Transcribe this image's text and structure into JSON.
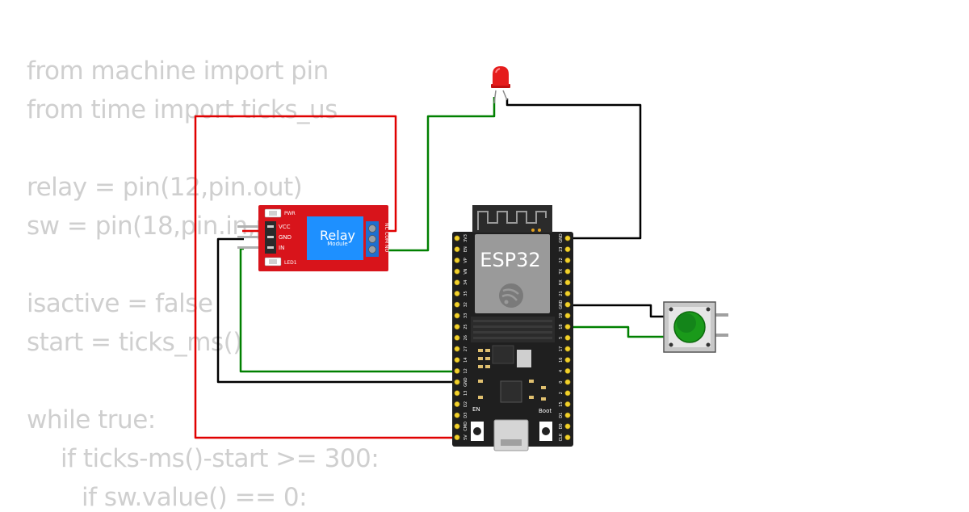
{
  "code": {
    "lines": [
      "from machine import pin",
      "from time import ticks_us",
      "relay = pin(12,pin.out)",
      "sw = pin(18,pin.in,p",
      "isactive = false",
      "start = ticks_ms()",
      "while true:",
      "if ticks-ms()-start >= 300:",
      "if sw.value() == 0:"
    ]
  },
  "relay": {
    "title": "Relay",
    "subtitle": "Module",
    "pins": [
      "VCC",
      "GND",
      "IN"
    ],
    "terminals": [
      "NC",
      "COM",
      "NO"
    ],
    "led_labels": [
      "PWR",
      "LED1"
    ],
    "color": "#d8141b"
  },
  "esp32": {
    "title": "ESP32",
    "left_pins": [
      "3V3",
      "EN",
      "VP",
      "VN",
      "34",
      "35",
      "32",
      "33",
      "25",
      "26",
      "27",
      "14",
      "12",
      "GND",
      "13",
      "D2",
      "D3",
      "CMD",
      "5V"
    ],
    "right_pins": [
      "GND",
      "23",
      "22",
      "TX",
      "RX",
      "21",
      "GND",
      "19",
      "18",
      "5",
      "17",
      "16",
      "4",
      "0",
      "2",
      "15",
      "D1",
      "D0",
      "CLK"
    ],
    "buttons": [
      "EN",
      "Boot"
    ],
    "board_color": "#1f1f1f"
  },
  "led": {
    "color": "#e51c1c"
  },
  "pushbutton": {
    "color": "#1a9a1a"
  },
  "wire_colors": {
    "power": "#e00000",
    "ground": "#000000",
    "signal": "#008000"
  }
}
